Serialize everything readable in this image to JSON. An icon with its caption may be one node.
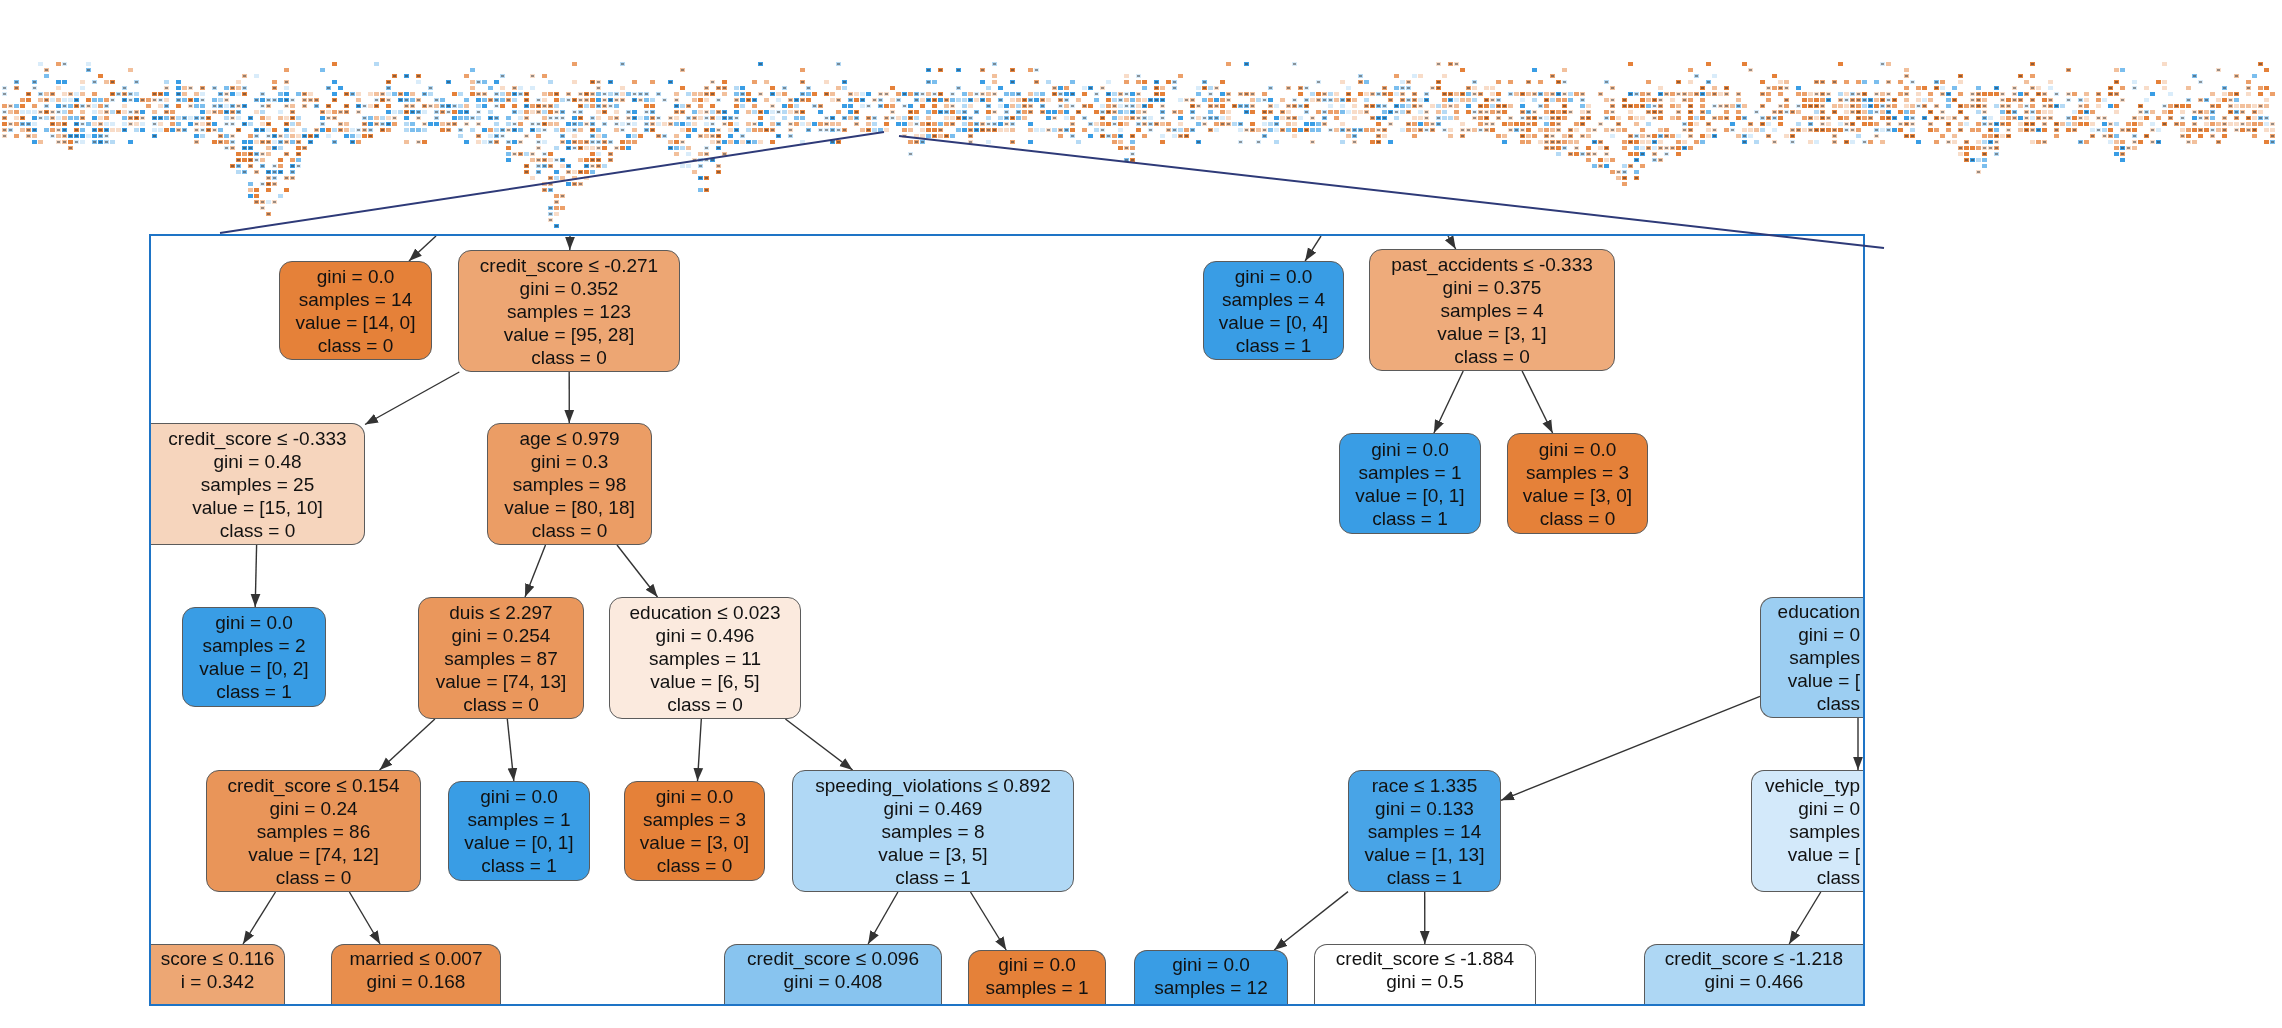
{
  "diagram": {
    "nodes": [
      {
        "text": [
          "gini = 0.0",
          "samples = 14",
          "value = [14, 0]",
          "class = 0"
        ]
      },
      {
        "text": [
          "credit_score ≤ -0.271",
          "gini = 0.352",
          "samples = 123",
          "value = [95, 28]",
          "class = 0"
        ]
      },
      {
        "text": [
          "gini = 0.0",
          "samples = 4",
          "value = [0, 4]",
          "class = 1"
        ]
      },
      {
        "text": [
          "past_accidents ≤ -0.333",
          "gini = 0.375",
          "samples = 4",
          "value = [3, 1]",
          "class = 0"
        ]
      },
      {
        "text": [
          "credit_score ≤ -0.333",
          "gini = 0.48",
          "samples = 25",
          "value = [15, 10]",
          "class = 0"
        ]
      },
      {
        "text": [
          "age ≤ 0.979",
          "gini = 0.3",
          "samples = 98",
          "value = [80, 18]",
          "class = 0"
        ]
      },
      {
        "text": [
          "gini = 0.0",
          "samples = 1",
          "value = [0, 1]",
          "class = 1"
        ]
      },
      {
        "text": [
          "gini = 0.0",
          "samples = 3",
          "value = [3, 0]",
          "class = 0"
        ]
      },
      {
        "text": [
          "gini = 0.0",
          "samples = 2",
          "value = [0, 2]",
          "class = 1"
        ]
      },
      {
        "text": [
          "duis ≤ 2.297",
          "gini = 0.254",
          "samples = 87",
          "value = [74, 13]",
          "class = 0"
        ]
      },
      {
        "text": [
          "education ≤ 0.023",
          "gini = 0.496",
          "samples = 11",
          "value = [6, 5]",
          "class = 0"
        ]
      },
      {
        "text": [
          "education",
          "gini = 0",
          "samples",
          "value = [",
          "class"
        ]
      },
      {
        "text": [
          "credit_score ≤ 0.154",
          "gini = 0.24",
          "samples = 86",
          "value = [74, 12]",
          "class = 0"
        ]
      },
      {
        "text": [
          "gini = 0.0",
          "samples = 1",
          "value = [0, 1]",
          "class = 1"
        ]
      },
      {
        "text": [
          "gini = 0.0",
          "samples = 3",
          "value = [3, 0]",
          "class = 0"
        ]
      },
      {
        "text": [
          "speeding_violations ≤ 0.892",
          "gini = 0.469",
          "samples = 8",
          "value = [3, 5]",
          "class = 1"
        ]
      },
      {
        "text": [
          "race ≤ 1.335",
          "gini = 0.133",
          "samples = 14",
          "value = [1, 13]",
          "class = 1"
        ]
      },
      {
        "text": [
          "vehicle_typ",
          "gini = 0",
          "samples",
          "value = [",
          "class"
        ]
      },
      {
        "text": [
          "score ≤ 0.116",
          "i = 0.342"
        ]
      },
      {
        "text": [
          "married ≤ 0.007",
          "gini = 0.168"
        ]
      },
      {
        "text": [
          "credit_score ≤ 0.096",
          "gini = 0.408"
        ]
      },
      {
        "text": [
          "gini = 0.0",
          "samples = 1"
        ]
      },
      {
        "text": [
          "gini = 0.0",
          "samples = 12"
        ]
      },
      {
        "text": [
          "credit_score ≤ -1.884",
          "gini = 0.5"
        ]
      },
      {
        "text": [
          "credit_score ≤ -1.218",
          "gini = 0.466"
        ]
      }
    ],
    "edges": [
      {
        "from": null,
        "to": 0,
        "arrow": "to"
      },
      {
        "from": null,
        "to": 1,
        "arrow": "to"
      },
      {
        "from": null,
        "to": 2,
        "arrow": "to"
      },
      {
        "from": null,
        "to": 3,
        "arrow": "to"
      },
      {
        "from": 1,
        "to": 4,
        "arrow": "to"
      },
      {
        "from": 1,
        "to": 5,
        "arrow": "to"
      },
      {
        "from": 3,
        "to": 6,
        "arrow": "to"
      },
      {
        "from": 3,
        "to": 7,
        "arrow": "to"
      },
      {
        "from": 4,
        "to": 8,
        "arrow": "to"
      },
      {
        "from": 5,
        "to": 9,
        "arrow": "to"
      },
      {
        "from": 5,
        "to": 10,
        "arrow": "to"
      },
      {
        "from": 9,
        "to": 12,
        "arrow": "to"
      },
      {
        "from": 9,
        "to": 13,
        "arrow": "to"
      },
      {
        "from": 10,
        "to": 14,
        "arrow": "to"
      },
      {
        "from": 10,
        "to": 15,
        "arrow": "to"
      },
      {
        "from": 11,
        "to": 16,
        "arrow": "to"
      },
      {
        "from": 11,
        "to": 17,
        "arrow": "to"
      },
      {
        "from": 12,
        "to": 18,
        "arrow": "to"
      },
      {
        "from": 12,
        "to": 19,
        "arrow": "to"
      },
      {
        "from": 15,
        "to": 20,
        "arrow": "to"
      },
      {
        "from": 15,
        "to": 21,
        "arrow": "to"
      },
      {
        "from": 16,
        "to": 22,
        "arrow": "to"
      },
      {
        "from": 16,
        "to": 23,
        "arrow": "to"
      },
      {
        "from": 17,
        "to": 24,
        "arrow": "to"
      }
    ]
  }
}
